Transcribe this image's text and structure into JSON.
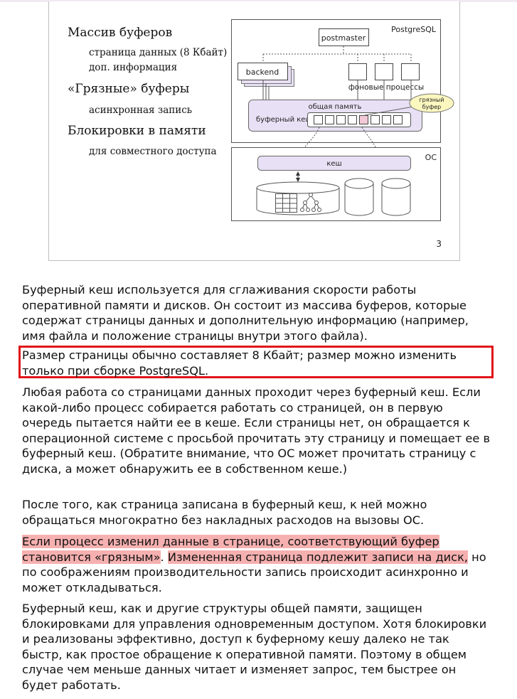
{
  "slide": {
    "items": [
      {
        "title": "Массив буферов",
        "subs": [
          "страница данных (8 Кбайт)",
          "доп. информация"
        ]
      },
      {
        "title": "«Грязные» буферы",
        "subs": [
          "асинхронная запись"
        ]
      },
      {
        "title": "Блокировки в памяти",
        "subs": [
          "для совместного доступа"
        ]
      }
    ],
    "diagram": {
      "postgresql_label": "PostgreSQL",
      "postmaster": "postmaster",
      "backend": "backend",
      "background_processes": "фоновые процессы",
      "shared_memory": "общая память",
      "buffer_cache": "буферный кеш",
      "dirty_buffer_line1": "грязный",
      "dirty_buffer_line2": "буфер",
      "os_label": "ОС",
      "os_cache": "кеш"
    },
    "page_number": "3"
  },
  "paragraphs": {
    "p1": "Буферный кеш используется для сглаживания скорости работы оперативной памяти и дисков. Он состоит из массива буферов, которые содержат страницы данных и дополнительную информацию (например, имя файла и положение страницы внутри этого файла).",
    "p2": "Размер страницы обычно составляет 8 Кбайт; размер можно изменить только при сборке PostgreSQL.",
    "p3": "Любая работа со страницами данных проходит через буферный кеш. Если какой-либо процесс собирается работать со страницей, он в первую очередь пытается найти ее в кеше. Если страницы нет, он обращается к операционной системе с просьбой прочитать эту страницу и помещает ее в буферный кеш. (Обратите внимание, что ОС может прочитать страницу с диска, а может обнаружить ее в собственном кеше.)",
    "p4": "После того, как страница записана в буферный кеш, к ней можно обращаться многократно без накладных расходов на вызовы ОС.",
    "p5_hl1": "Если процесс изменил данные в странице, соответствующий буфер становится «грязным»",
    "p5_dot": ".",
    "p5_hl2": "Измененная страница подлежит записи на диск,",
    "p5_rest": "но по соображениям производительности запись происходит асинхронно и может откладываться.",
    "p6": "Буферный кеш, как и другие структуры общей памяти, защищен блокировками для управления одновременным доступом. Хотя блокировки и реализованы эффективно, доступ к буферному кешу далеко не так быстр, как простое обращение к оперативной памяти. Поэтому в общем случае чем меньше данных читает и изменяет запрос, тем быстрее он будет работать."
  },
  "colors": {
    "highlight": "#f6b0b0",
    "box_border": "#e0141a",
    "diagram_fill": "#e8e0f4",
    "dirty_buffer": "#fbf7bf"
  }
}
